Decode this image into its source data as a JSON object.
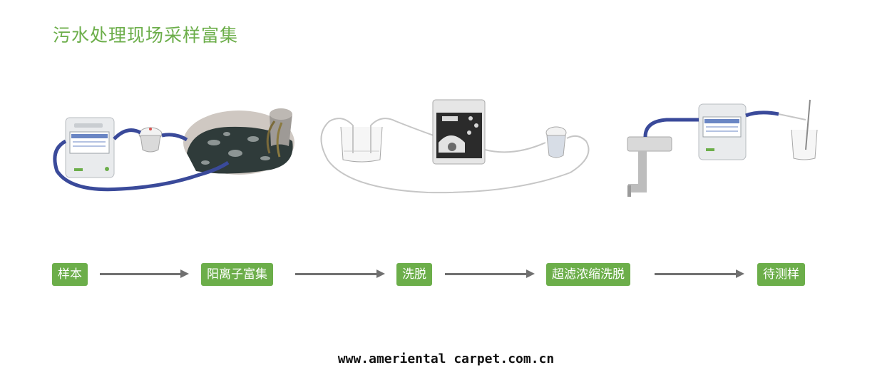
{
  "title": "污水处理现场采样富集",
  "steps": [
    "样本",
    "阳离子富集",
    "洗脱",
    "超滤浓缩洗脱",
    "待测样"
  ],
  "footer": "www.ameriental carpet.com.cn",
  "colors": {
    "accent": "#6cae4a",
    "tube": "#3a4a9a",
    "arrow": "#707070"
  }
}
